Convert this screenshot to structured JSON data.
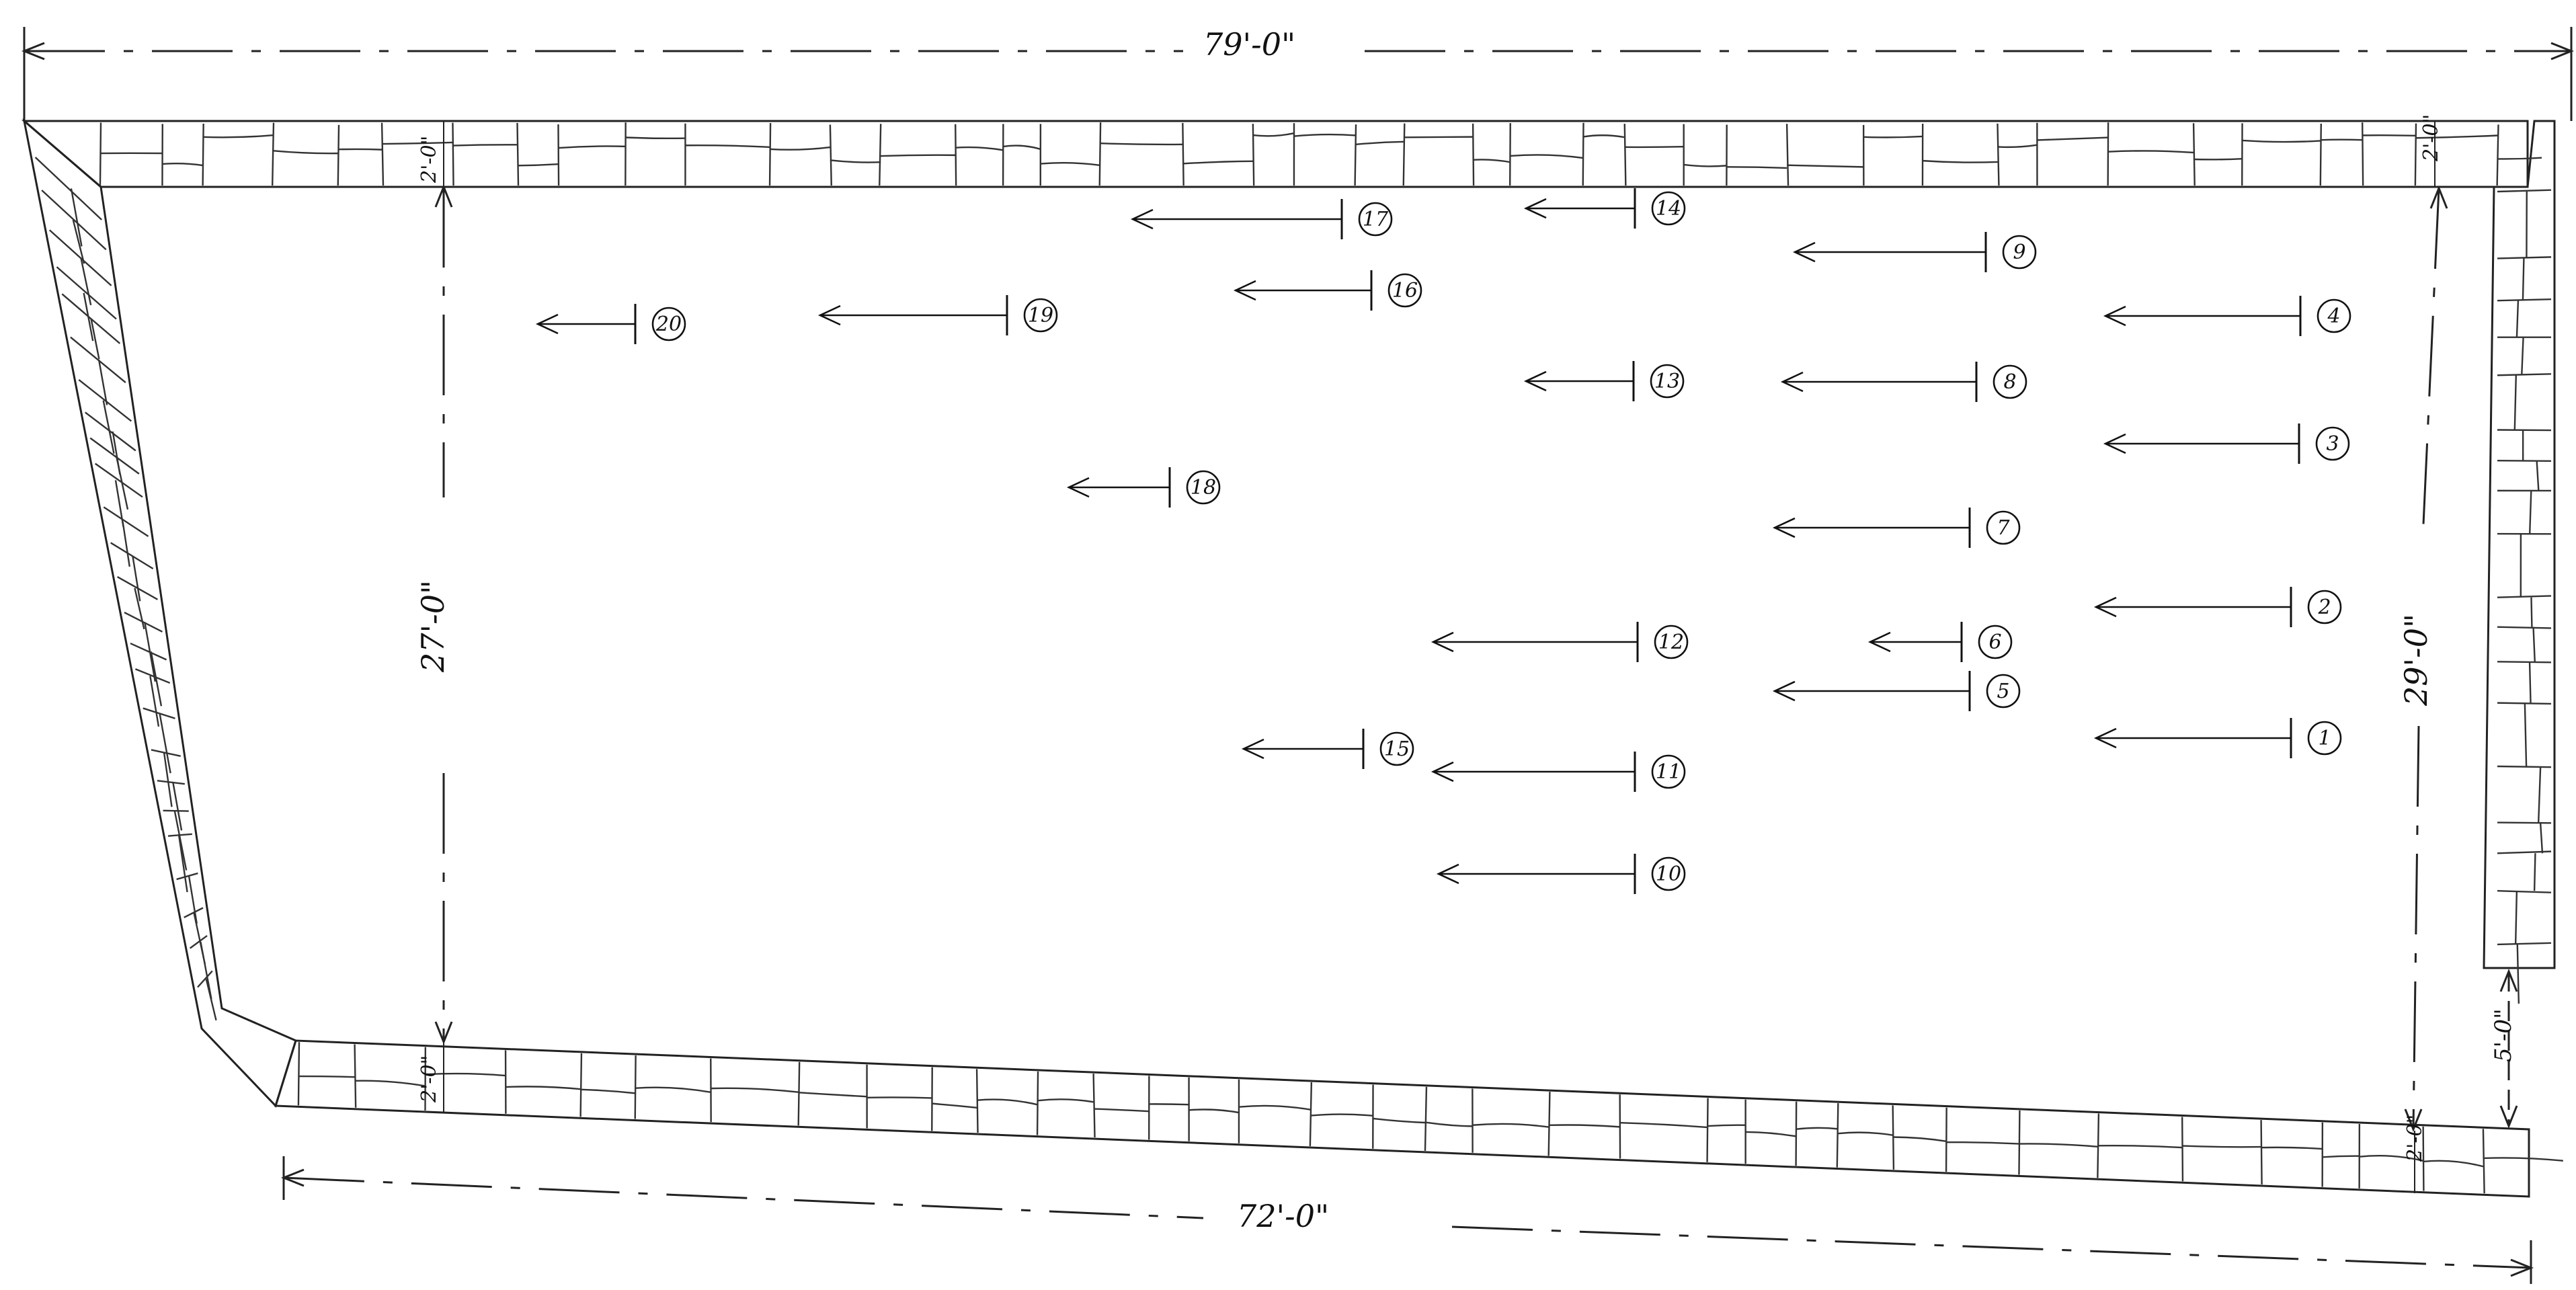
{
  "drawing": {
    "dimensions": {
      "top_length": "79'-0\"",
      "bottom_length": "72'-0\"",
      "left_height": "27'-0\"",
      "right_height": "29'-0\"",
      "opening_width": "5'-0\"",
      "wall_thickness": "2'-0\""
    },
    "markers": [
      {
        "id": "1",
        "label": "1"
      },
      {
        "id": "2",
        "label": "2"
      },
      {
        "id": "3",
        "label": "3"
      },
      {
        "id": "4",
        "label": "4"
      },
      {
        "id": "5",
        "label": "5"
      },
      {
        "id": "6",
        "label": "6"
      },
      {
        "id": "7",
        "label": "7"
      },
      {
        "id": "8",
        "label": "8"
      },
      {
        "id": "9",
        "label": "9"
      },
      {
        "id": "10",
        "label": "10"
      },
      {
        "id": "11",
        "label": "11"
      },
      {
        "id": "12",
        "label": "12"
      },
      {
        "id": "13",
        "label": "13"
      },
      {
        "id": "14",
        "label": "14"
      },
      {
        "id": "15",
        "label": "15"
      },
      {
        "id": "16",
        "label": "16"
      },
      {
        "id": "17",
        "label": "17"
      },
      {
        "id": "18",
        "label": "18"
      },
      {
        "id": "19",
        "label": "19"
      },
      {
        "id": "20",
        "label": "20"
      }
    ]
  }
}
